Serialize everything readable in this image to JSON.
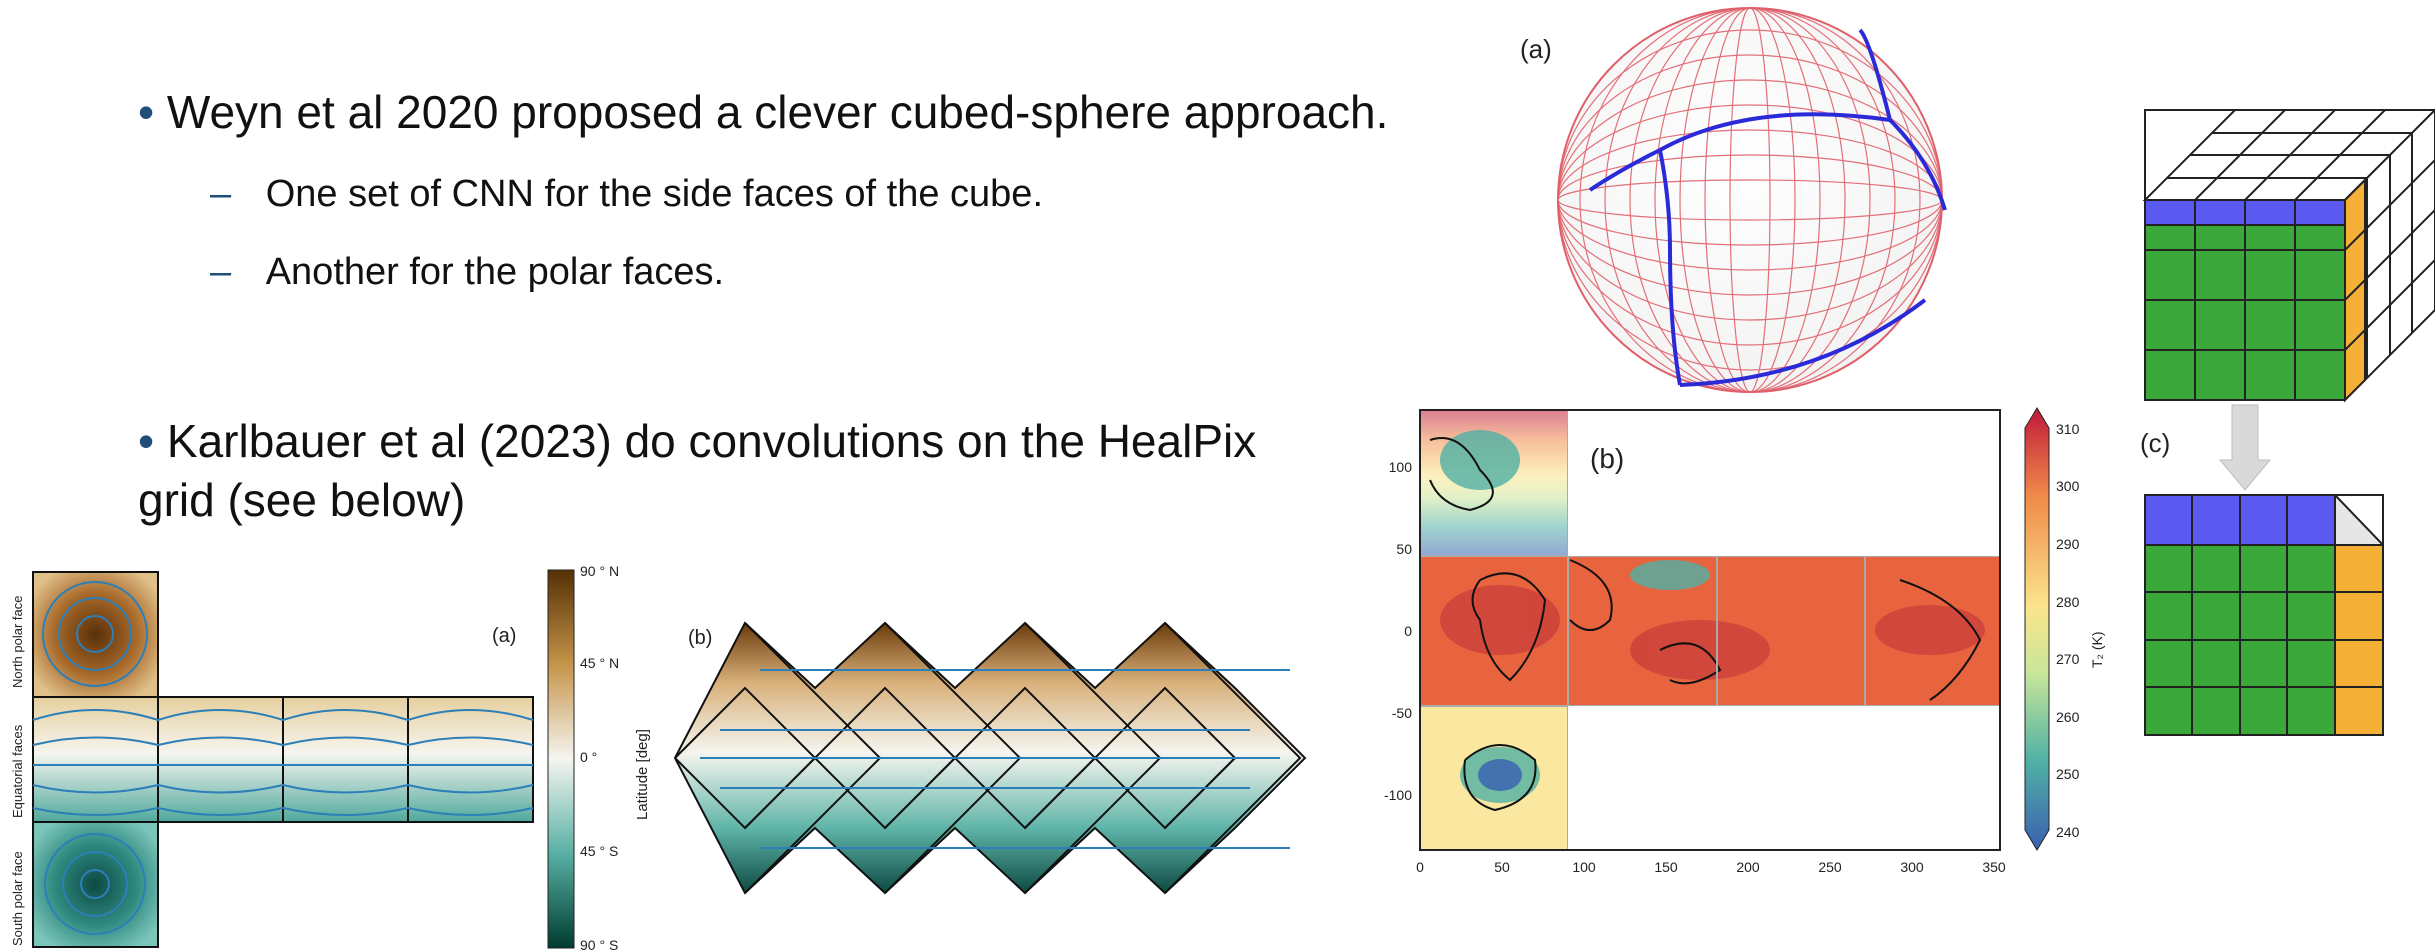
{
  "slide": {
    "bullets": [
      {
        "marker": "•",
        "text": "Weyn et al 2020 proposed a clever cubed-sphere approach.",
        "subitems": [
          {
            "marker": "–",
            "text": "One set of CNN for the side faces of the cube."
          },
          {
            "marker": "–",
            "text": "Another for the polar faces."
          }
        ]
      },
      {
        "marker": "•",
        "text_line1": "Karlbauer et al (2023) do convolutions on the HealPix",
        "text_line2": "grid (see below)"
      }
    ]
  },
  "healpix_figure": {
    "panel_a_label": "(a)",
    "panel_b_label": "(b)",
    "face_labels": [
      "North polar face",
      "Equatorial faces",
      "South polar face"
    ],
    "colorbar_ticks": [
      "90 ° N",
      "45 ° N",
      "0 °",
      "45 ° S",
      "90 ° S"
    ],
    "colorbar_title": "Latitude [deg]",
    "colors": {
      "brown": "#6b3a0a",
      "tan": "#e8d2a6",
      "white": "#f5f5f0",
      "teal": "#5fb4a8",
      "darkteal": "#0d4a44",
      "streamline": "#2c7fb8"
    }
  },
  "cube_figure": {
    "panel_a_label": "(a)",
    "panel_b_label": "(b)",
    "panel_c_label": "(c)",
    "y_ticks": [
      "100",
      "50",
      "0",
      "-50",
      "-100"
    ],
    "x_ticks": [
      "0",
      "50",
      "100",
      "150",
      "200",
      "250",
      "300",
      "350"
    ],
    "colorbar_ticks": [
      "310",
      "300",
      "290",
      "280",
      "270",
      "260",
      "250",
      "240"
    ],
    "colorbar_title": "T₂ (K)",
    "colors": {
      "blue": "#5a5af0",
      "green": "#3aa83a",
      "orange": "#f5b038",
      "grid_red": "#e0606a",
      "face_edge": "#2a2ad8"
    }
  }
}
